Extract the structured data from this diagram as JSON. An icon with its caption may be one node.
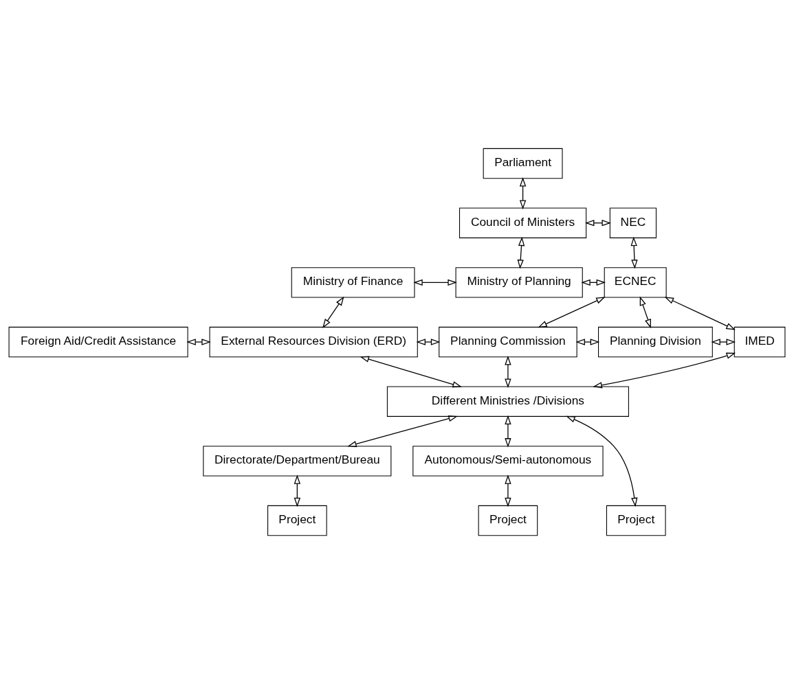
{
  "diagram": {
    "nodes": [
      {
        "text": [
          "Parliament"
        ]
      },
      {
        "text": [
          "Council of Ministers"
        ]
      },
      {
        "text": [
          "NEC"
        ]
      },
      {
        "text": [
          "Ministry of Finance"
        ]
      },
      {
        "text": [
          "Ministry of Planning"
        ]
      },
      {
        "text": [
          "ECNEC"
        ]
      },
      {
        "text": [
          "Foreign Aid/Credit Assistance"
        ]
      },
      {
        "text": [
          "External Resources Division (ERD)"
        ]
      },
      {
        "text": [
          "Planning Commission"
        ]
      },
      {
        "text": [
          "Planning Division"
        ]
      },
      {
        "text": [
          "IMED"
        ]
      },
      {
        "text": [
          "Different Ministries /Divisions"
        ]
      },
      {
        "text": [
          "Directorate/Department/Bureau"
        ]
      },
      {
        "text": [
          "Autonomous/Semi-autonomous"
        ]
      },
      {
        "text": [
          "Project"
        ]
      },
      {
        "text": [
          "Project"
        ]
      },
      {
        "text": [
          "Project"
        ]
      }
    ],
    "edges": [
      {
        "from": 0,
        "to": 1,
        "arrow": "both"
      },
      {
        "from": 1,
        "to": 2,
        "arrow": "both"
      },
      {
        "from": 2,
        "to": 5,
        "arrow": "both"
      },
      {
        "from": 1,
        "to": 4,
        "arrow": "both"
      },
      {
        "from": 3,
        "to": 4,
        "arrow": "both"
      },
      {
        "from": 4,
        "to": 5,
        "arrow": "both"
      },
      {
        "from": 3,
        "to": 7,
        "arrow": "both"
      },
      {
        "from": 5,
        "to": 8,
        "arrow": "both"
      },
      {
        "from": 5,
        "to": 9,
        "arrow": "both"
      },
      {
        "from": 5,
        "to": 10,
        "arrow": "both"
      },
      {
        "from": 6,
        "to": 7,
        "arrow": "both"
      },
      {
        "from": 7,
        "to": 8,
        "arrow": "both"
      },
      {
        "from": 8,
        "to": 9,
        "arrow": "both"
      },
      {
        "from": 9,
        "to": 10,
        "arrow": "both"
      },
      {
        "from": 7,
        "to": 11,
        "arrow": "both"
      },
      {
        "from": 8,
        "to": 11,
        "arrow": "both"
      },
      {
        "from": 10,
        "to": 11,
        "arrow": "both"
      },
      {
        "from": 11,
        "to": 12,
        "arrow": "both"
      },
      {
        "from": 11,
        "to": 15,
        "arrow": "both"
      },
      {
        "from": 11,
        "to": 13,
        "arrow": "both"
      },
      {
        "from": 12,
        "to": 14,
        "arrow": "both"
      },
      {
        "from": 13,
        "to": 16,
        "arrow": "both"
      }
    ]
  }
}
